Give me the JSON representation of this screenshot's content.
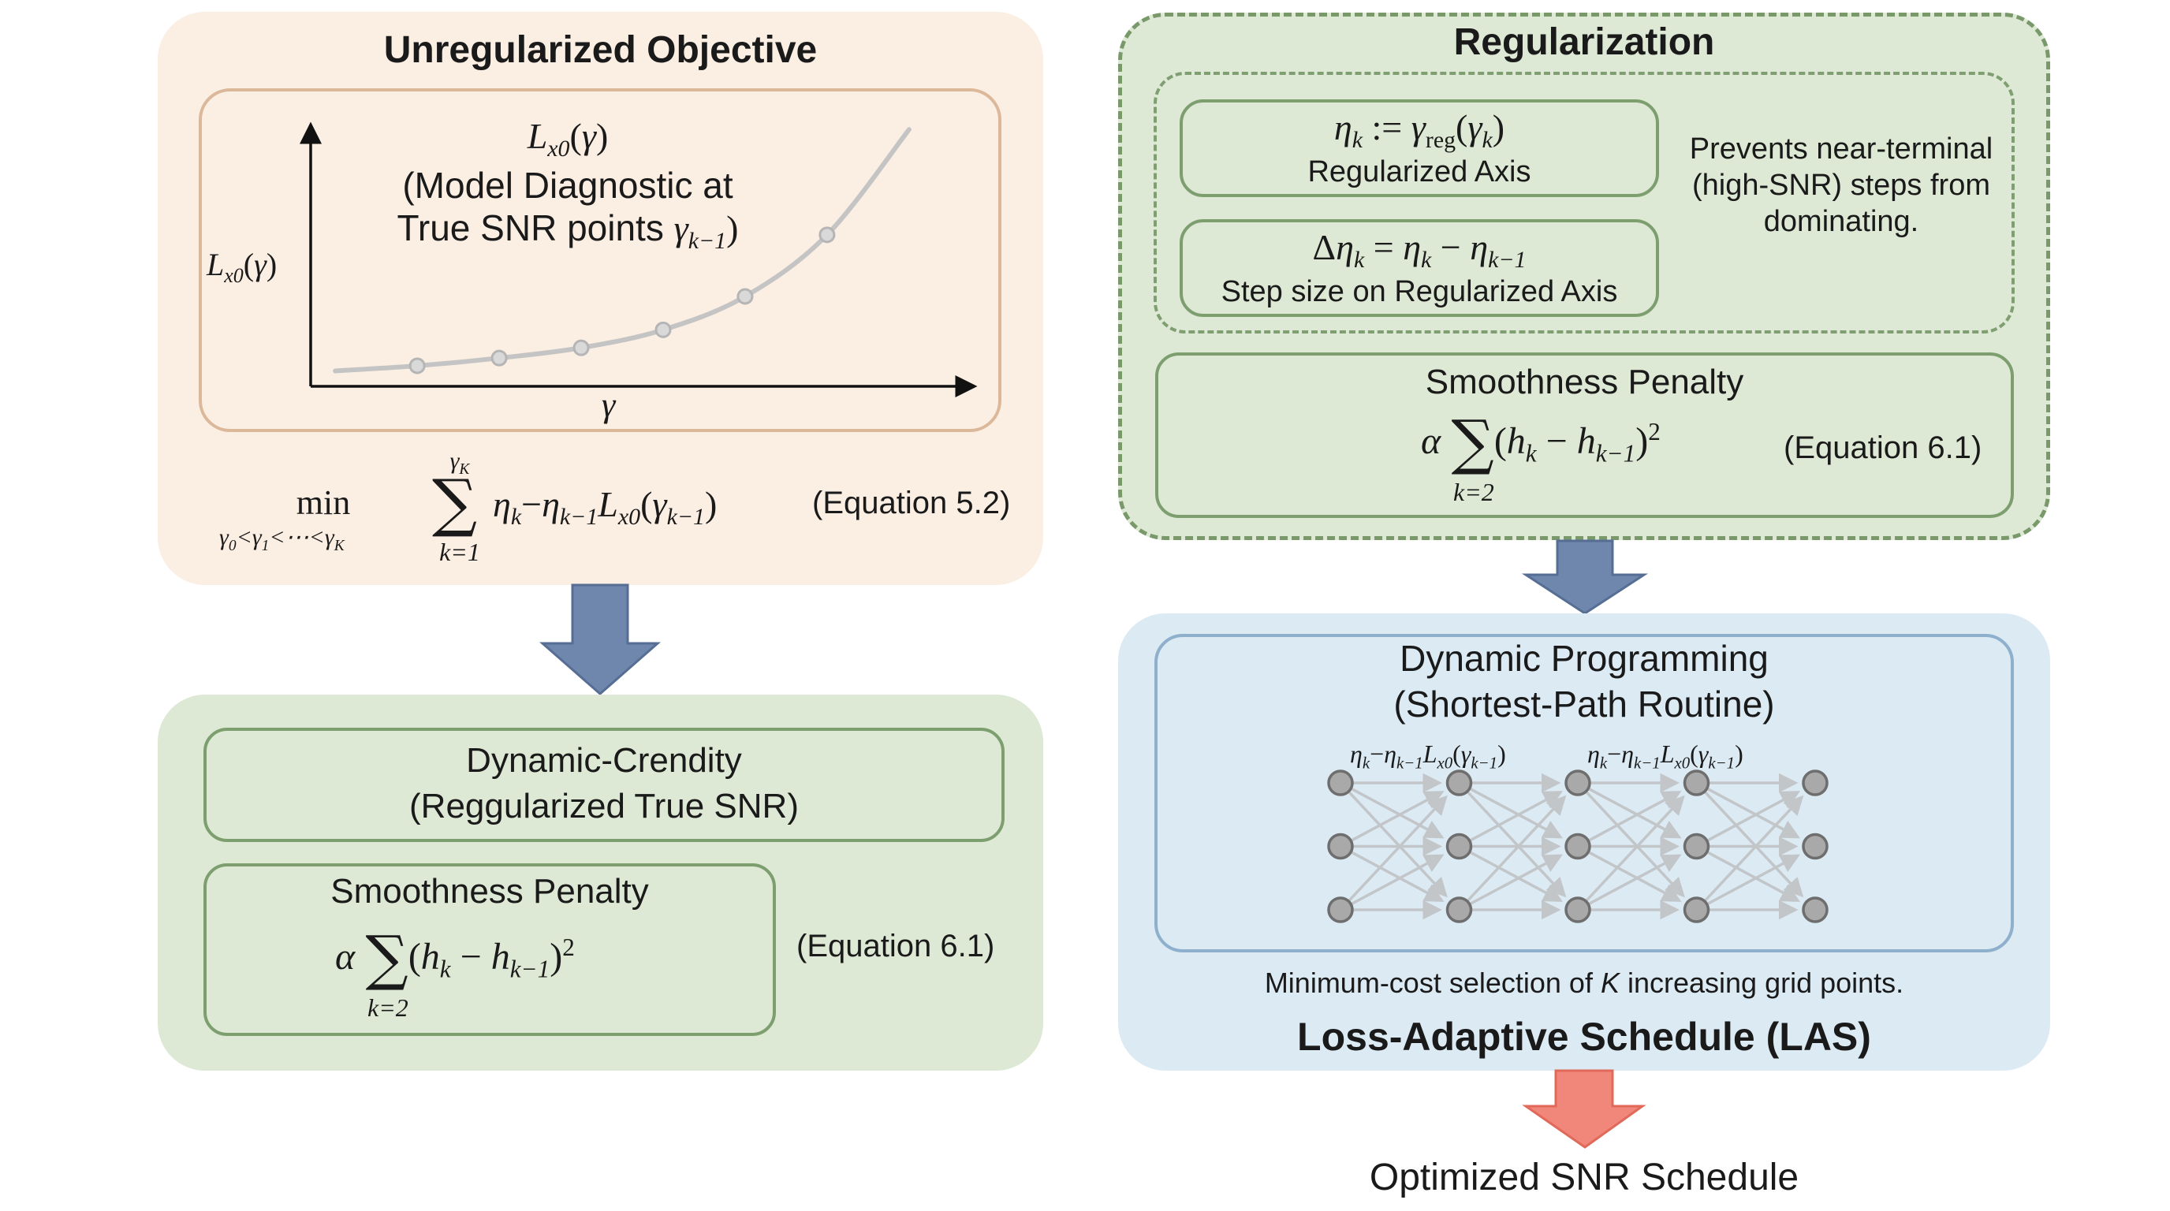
{
  "panels": {
    "unregularized": {
      "title": "Unregularized Objective",
      "chart_title_math": "L_x0(γ)",
      "chart_caption_line1": "(Model Diagnostic at",
      "chart_caption_line2": "True SNR points",
      "chart_caption_math": "γ_{k−1}",
      "y_label": "L_x0(γ)",
      "x_label": "γ",
      "equation": {
        "operator": "min",
        "constraint": "γ0<γ1<⋯<γK",
        "sum_upper": "γK",
        "sum_lower": "k=1",
        "body": "η_k−η_{k−1} L_x0(γ_{k−1})",
        "label": "(Equation 5.2)"
      }
    },
    "dynamic_crendity": {
      "line1": "Dynamic-Crendity",
      "line2": "(Reggularized True SNR)",
      "smoothness_title": "Smoothness Penalty",
      "smoothness_formula": "α Σ_{k=2} (h_k − h_{k−1})^2",
      "smoothness_lower": "k=2",
      "equation_label": "(Equation 6.1)"
    },
    "regularization": {
      "title": "Regularization",
      "axis_formula": "η_k := γ_reg(γ_k)",
      "axis_label": "Regularized Axis",
      "step_formula": "Δη_k = η_k − η_{k−1}",
      "step_label": "Step size on Regularized Axis",
      "note_line1": "Prevents near-terminal",
      "note_line2": "(high-SNR) steps from",
      "note_line3": "dominating.",
      "smoothness_title": "Smoothness Penalty",
      "smoothness_lower": "k=2",
      "equation_label": "(Equation 6.1)"
    },
    "dp": {
      "title_line1": "Dynamic Programming",
      "title_line2": "(Shortest-Path Routine)",
      "edge_label_1": "η_k−η_{k−1}L_x0(γ_{k−1})",
      "edge_label_2": "η_k−η_{k−1}L_x0(γ_{k−1})",
      "caption_pre": "Minimum-cost selection of ",
      "caption_var": "K",
      "caption_post": " increasing grid points.",
      "footer": "Loss-Adaptive Schedule (LAS)",
      "grid_columns": 5,
      "grid_rows": 3
    },
    "output": {
      "label": "Optimized SNR Schedule"
    }
  },
  "colors": {
    "peach_bg": "#fbeee3",
    "green_bg": "#dde9d4",
    "blue_bg": "#dbeaf3",
    "arrow_blue": "#6f86ad",
    "arrow_red": "#f0877a",
    "curve": "#c4c4c4",
    "node": "#a9a9a9"
  },
  "chart_data": {
    "type": "line",
    "title": "L_x0(γ) (Model Diagnostic at True SNR points γ_{k−1})",
    "xlabel": "γ",
    "ylabel": "L_x0(γ)",
    "grid": false,
    "legend": "none",
    "x": [
      0,
      1,
      2,
      3,
      4,
      5,
      6,
      7
    ],
    "series": [
      {
        "name": "curve",
        "values": [
          0.06,
          0.08,
          0.11,
          0.15,
          0.22,
          0.35,
          0.59,
          1.0
        ]
      }
    ],
    "markers": {
      "x": [
        1,
        2,
        3,
        4,
        5,
        6
      ],
      "values": [
        0.08,
        0.11,
        0.15,
        0.22,
        0.35,
        0.59
      ]
    },
    "xlim": [
      -0.3,
      7.8
    ],
    "ylim": [
      0,
      1.05
    ]
  }
}
